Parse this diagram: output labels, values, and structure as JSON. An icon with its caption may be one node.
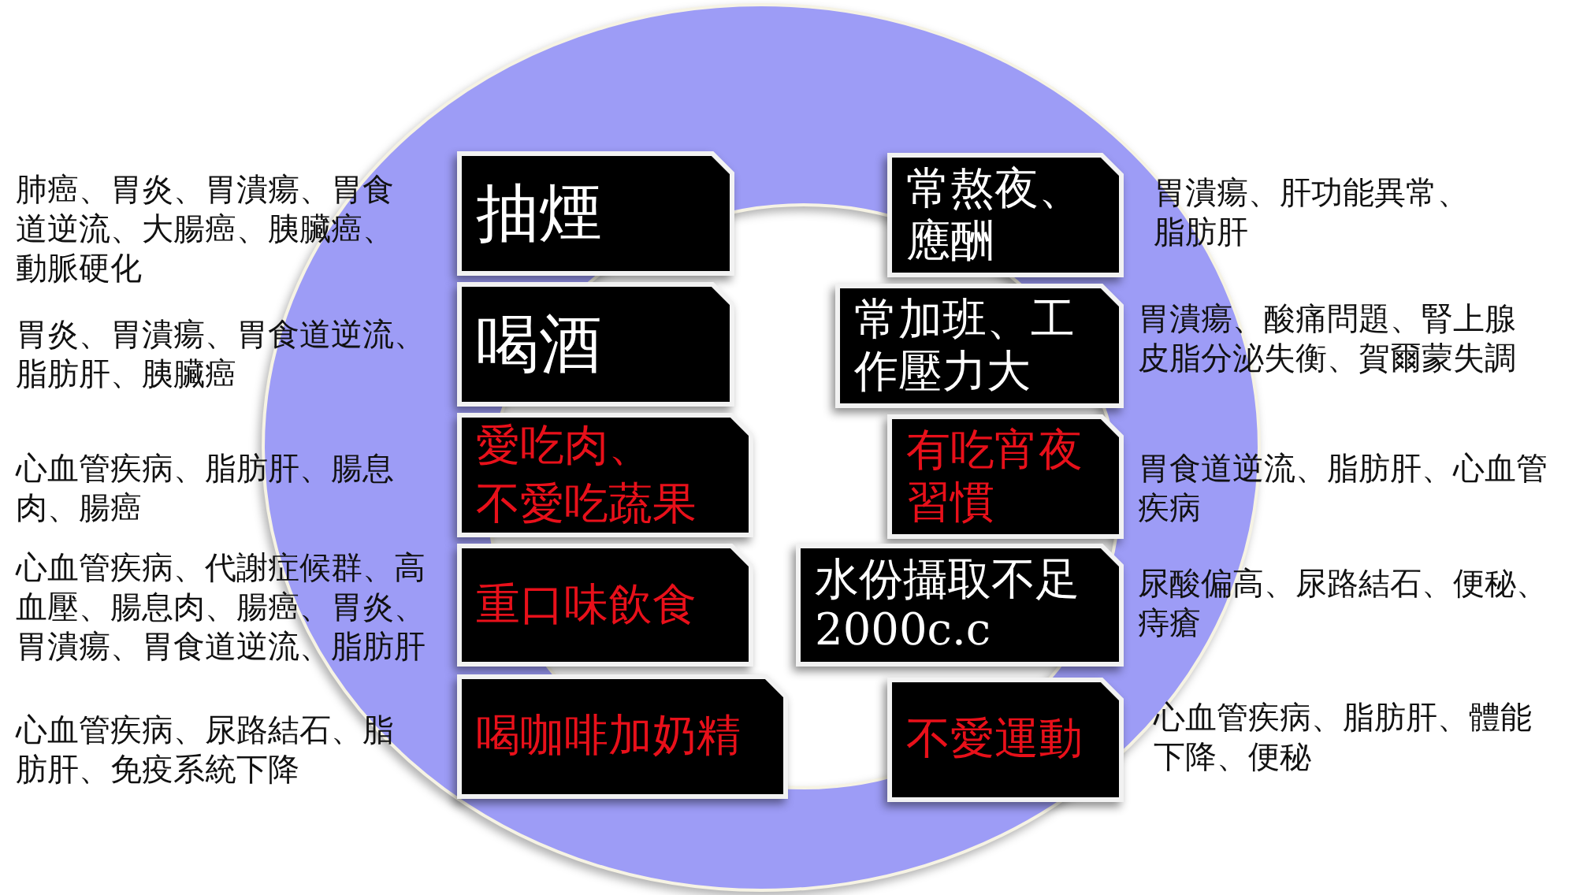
{
  "diagram": {
    "nodes": [
      {
        "text": [
          "抽煙"
        ],
        "beside": [
          "肺癌、胃炎、胃潰瘍、胃食道逆流、大腸癌、胰臟癌、動脈硬化"
        ]
      },
      {
        "text": [
          "喝酒"
        ],
        "beside": [
          "胃炎、胃潰瘍、胃食道逆流、脂肪肝、胰臟癌"
        ]
      },
      {
        "text": [
          "愛吃肉、不愛吃蔬果"
        ],
        "beside": [
          "心血管疾病、脂肪肝、腸息肉、腸癌"
        ]
      },
      {
        "text": [
          "重口味飲食"
        ],
        "beside": [
          "心血管疾病、代謝症候群、高血壓、腸息肉、腸癌、胃炎、胃潰瘍、胃食道逆流、脂肪肝"
        ]
      },
      {
        "text": [
          "喝咖啡加奶精"
        ],
        "beside": [
          "心血管疾病、尿路結石、脂肪肝、免疫系統下降"
        ]
      },
      {
        "text": [
          "常熬夜、應酬"
        ],
        "beside": [
          "胃潰瘍、肝功能異常、脂肪肝"
        ]
      },
      {
        "text": [
          "常加班、工作壓力大"
        ],
        "beside": [
          "胃潰瘍、酸痛問題、腎上腺皮脂分泌失衡、賀爾蒙失調"
        ]
      },
      {
        "text": [
          "有吃宵夜習慣"
        ],
        "beside": [
          "胃食道逆流、脂肪肝、心血管疾病"
        ]
      },
      {
        "text": [
          "水份攝取不足2000c.c"
        ],
        "beside": [
          "尿酸偏高、尿路結石、便秘、痔瘡"
        ]
      },
      {
        "text": [
          "不愛運動"
        ],
        "beside": [
          "心血管疾病、脂肪肝、體能下降、便秘"
        ]
      }
    ]
  }
}
